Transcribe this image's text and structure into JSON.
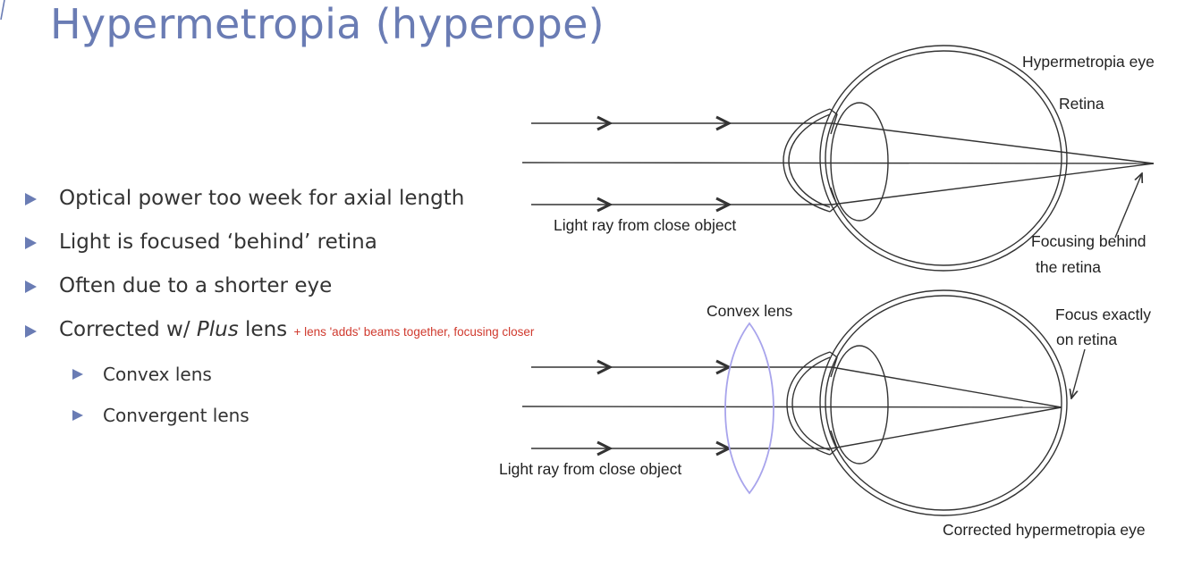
{
  "title": "Hypermetropia (hyperope)",
  "bullets": [
    {
      "text": "Optical power too week for axial length"
    },
    {
      "text": "Light is focused ‘behind’ retina"
    },
    {
      "text": "Often due to a shorter eye"
    },
    {
      "text_before": "Corrected w/ ",
      "text_italic": "Plus",
      "text_after": " lens",
      "note": "+ lens 'adds' beams together, focusing closer"
    }
  ],
  "sub_bullets": [
    "Convex lens",
    "Convergent lens"
  ],
  "diagram_top": {
    "eye_label": "Hypermetropia eye",
    "retina_label": "Retina",
    "ray_label": "Light ray from close object",
    "focus_label_line1": "Focusing behind",
    "focus_label_line2": "the retina"
  },
  "diagram_bottom": {
    "lens_label": "Convex lens",
    "focus_label_line1": "Focus exactly",
    "focus_label_line2": "on retina",
    "ray_label": "Light ray from close object",
    "eye_label": "Corrected hypermetropia eye"
  },
  "colors": {
    "title": "#6a7cb4",
    "bullet_arrow": "#6a7cb4",
    "note": "#d03a2e",
    "lens_outline": "#a8a4ec",
    "line": "#333333"
  }
}
